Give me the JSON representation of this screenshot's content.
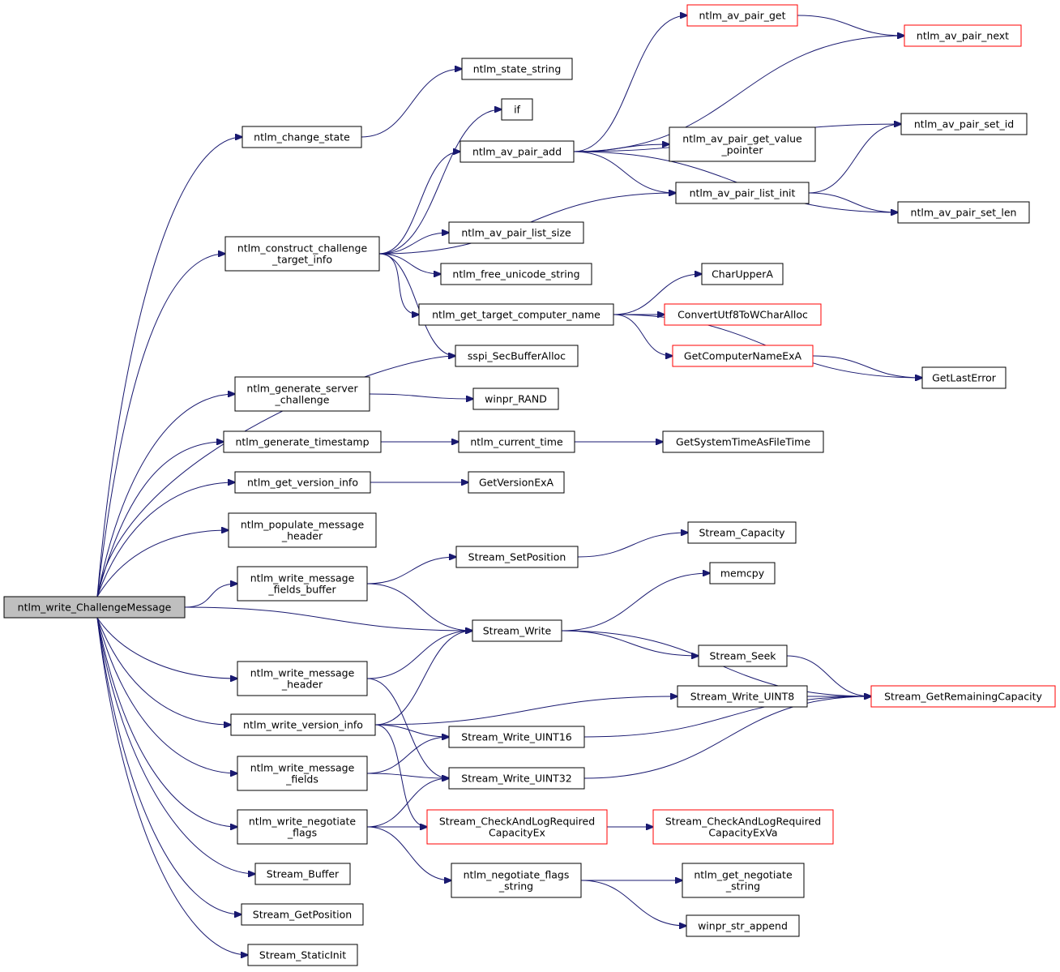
{
  "nodes": [
    {
      "id": "root",
      "lines": [
        "ntlm_write_ChallengeMessage"
      ],
      "style": "root"
    },
    {
      "id": "change_state",
      "lines": [
        "ntlm_change_state"
      ],
      "style": "normal"
    },
    {
      "id": "state_string",
      "lines": [
        "ntlm_state_string"
      ],
      "style": "normal"
    },
    {
      "id": "if",
      "lines": [
        "if"
      ],
      "style": "normal"
    },
    {
      "id": "av_pair_add",
      "lines": [
        "ntlm_av_pair_add"
      ],
      "style": "normal"
    },
    {
      "id": "av_pair_get",
      "lines": [
        "ntlm_av_pair_get"
      ],
      "style": "red"
    },
    {
      "id": "av_pair_next",
      "lines": [
        "ntlm_av_pair_next"
      ],
      "style": "red"
    },
    {
      "id": "av_pair_set_id",
      "lines": [
        "ntlm_av_pair_set_id"
      ],
      "style": "normal"
    },
    {
      "id": "av_pair_get_value_pointer",
      "lines": [
        "ntlm_av_pair_get_value",
        "_pointer"
      ],
      "style": "normal"
    },
    {
      "id": "av_pair_list_init",
      "lines": [
        "ntlm_av_pair_list_init"
      ],
      "style": "normal"
    },
    {
      "id": "av_pair_set_len",
      "lines": [
        "ntlm_av_pair_set_len"
      ],
      "style": "normal"
    },
    {
      "id": "construct_challenge",
      "lines": [
        "ntlm_construct_challenge",
        "_target_info"
      ],
      "style": "normal"
    },
    {
      "id": "av_pair_list_size",
      "lines": [
        "ntlm_av_pair_list_size"
      ],
      "style": "normal"
    },
    {
      "id": "free_unicode_string",
      "lines": [
        "ntlm_free_unicode_string"
      ],
      "style": "normal"
    },
    {
      "id": "get_target_computer_name",
      "lines": [
        "ntlm_get_target_computer_name"
      ],
      "style": "normal"
    },
    {
      "id": "CharUpperA",
      "lines": [
        "CharUpperA"
      ],
      "style": "normal"
    },
    {
      "id": "ConvertUtf8ToWCharAlloc",
      "lines": [
        "ConvertUtf8ToWCharAlloc"
      ],
      "style": "red"
    },
    {
      "id": "GetComputerNameExA",
      "lines": [
        "GetComputerNameExA"
      ],
      "style": "red"
    },
    {
      "id": "GetLastError",
      "lines": [
        "GetLastError"
      ],
      "style": "normal"
    },
    {
      "id": "sspi_SecBufferAlloc",
      "lines": [
        "sspi_SecBufferAlloc"
      ],
      "style": "normal"
    },
    {
      "id": "generate_server_challenge",
      "lines": [
        "ntlm_generate_server",
        "_challenge"
      ],
      "style": "normal"
    },
    {
      "id": "winpr_RAND",
      "lines": [
        "winpr_RAND"
      ],
      "style": "normal"
    },
    {
      "id": "generate_timestamp",
      "lines": [
        "ntlm_generate_timestamp"
      ],
      "style": "normal"
    },
    {
      "id": "current_time",
      "lines": [
        "ntlm_current_time"
      ],
      "style": "normal"
    },
    {
      "id": "GetSystemTimeAsFileTime",
      "lines": [
        "GetSystemTimeAsFileTime"
      ],
      "style": "normal"
    },
    {
      "id": "get_version_info",
      "lines": [
        "ntlm_get_version_info"
      ],
      "style": "normal"
    },
    {
      "id": "GetVersionExA",
      "lines": [
        "GetVersionExA"
      ],
      "style": "normal"
    },
    {
      "id": "populate_message_header",
      "lines": [
        "ntlm_populate_message",
        "_header"
      ],
      "style": "normal"
    },
    {
      "id": "write_message_fields_buffer",
      "lines": [
        "ntlm_write_message",
        "_fields_buffer"
      ],
      "style": "normal"
    },
    {
      "id": "Stream_SetPosition",
      "lines": [
        "Stream_SetPosition"
      ],
      "style": "normal"
    },
    {
      "id": "Stream_Capacity",
      "lines": [
        "Stream_Capacity"
      ],
      "style": "normal"
    },
    {
      "id": "memcpy",
      "lines": [
        "memcpy"
      ],
      "style": "normal"
    },
    {
      "id": "Stream_Write",
      "lines": [
        "Stream_Write"
      ],
      "style": "normal"
    },
    {
      "id": "Stream_Seek",
      "lines": [
        "Stream_Seek"
      ],
      "style": "normal"
    },
    {
      "id": "Stream_GetRemainingCapacity",
      "lines": [
        "Stream_GetRemainingCapacity"
      ],
      "style": "red"
    },
    {
      "id": "write_message_header",
      "lines": [
        "ntlm_write_message",
        "_header"
      ],
      "style": "normal"
    },
    {
      "id": "Stream_Write_UINT8",
      "lines": [
        "Stream_Write_UINT8"
      ],
      "style": "normal"
    },
    {
      "id": "write_version_info",
      "lines": [
        "ntlm_write_version_info"
      ],
      "style": "normal"
    },
    {
      "id": "Stream_Write_UINT16",
      "lines": [
        "Stream_Write_UINT16"
      ],
      "style": "normal"
    },
    {
      "id": "write_message_fields",
      "lines": [
        "ntlm_write_message",
        "_fields"
      ],
      "style": "normal"
    },
    {
      "id": "Stream_Write_UINT32",
      "lines": [
        "Stream_Write_UINT32"
      ],
      "style": "normal"
    },
    {
      "id": "write_negotiate_flags",
      "lines": [
        "ntlm_write_negotiate",
        "_flags"
      ],
      "style": "normal"
    },
    {
      "id": "CheckAndLogRequiredCapacityEx",
      "lines": [
        "Stream_CheckAndLogRequired",
        "CapacityEx"
      ],
      "style": "red"
    },
    {
      "id": "CheckAndLogRequiredCapacityExVa",
      "lines": [
        "Stream_CheckAndLogRequired",
        "CapacityExVa"
      ],
      "style": "red"
    },
    {
      "id": "negotiate_flags_string",
      "lines": [
        "ntlm_negotiate_flags",
        "_string"
      ],
      "style": "normal"
    },
    {
      "id": "get_negotiate_string",
      "lines": [
        "ntlm_get_negotiate",
        "_string"
      ],
      "style": "normal"
    },
    {
      "id": "winpr_str_append",
      "lines": [
        "winpr_str_append"
      ],
      "style": "normal"
    },
    {
      "id": "Stream_Buffer",
      "lines": [
        "Stream_Buffer"
      ],
      "style": "normal"
    },
    {
      "id": "Stream_GetPosition",
      "lines": [
        "Stream_GetPosition"
      ],
      "style": "normal"
    },
    {
      "id": "Stream_StaticInit",
      "lines": [
        "Stream_StaticInit"
      ],
      "style": "normal"
    }
  ],
  "edges": [
    [
      "root",
      "change_state"
    ],
    [
      "root",
      "construct_challenge"
    ],
    [
      "root",
      "sspi_SecBufferAlloc"
    ],
    [
      "root",
      "generate_server_challenge"
    ],
    [
      "root",
      "generate_timestamp"
    ],
    [
      "root",
      "get_version_info"
    ],
    [
      "root",
      "populate_message_header"
    ],
    [
      "root",
      "write_message_fields_buffer"
    ],
    [
      "root",
      "Stream_Write"
    ],
    [
      "root",
      "write_message_header"
    ],
    [
      "root",
      "write_version_info"
    ],
    [
      "root",
      "write_message_fields"
    ],
    [
      "root",
      "write_negotiate_flags"
    ],
    [
      "root",
      "Stream_Buffer"
    ],
    [
      "root",
      "Stream_GetPosition"
    ],
    [
      "root",
      "Stream_StaticInit"
    ],
    [
      "change_state",
      "state_string"
    ],
    [
      "construct_challenge",
      "if"
    ],
    [
      "construct_challenge",
      "av_pair_add"
    ],
    [
      "construct_challenge",
      "av_pair_list_init"
    ],
    [
      "construct_challenge",
      "av_pair_list_size"
    ],
    [
      "construct_challenge",
      "free_unicode_string"
    ],
    [
      "construct_challenge",
      "get_target_computer_name"
    ],
    [
      "construct_challenge",
      "sspi_SecBufferAlloc"
    ],
    [
      "av_pair_add",
      "av_pair_get"
    ],
    [
      "av_pair_add",
      "av_pair_next"
    ],
    [
      "av_pair_add",
      "av_pair_set_id"
    ],
    [
      "av_pair_add",
      "av_pair_get_value_pointer"
    ],
    [
      "av_pair_add",
      "av_pair_list_init"
    ],
    [
      "av_pair_add",
      "av_pair_set_len"
    ],
    [
      "av_pair_get",
      "av_pair_next"
    ],
    [
      "av_pair_list_init",
      "av_pair_set_id"
    ],
    [
      "av_pair_list_init",
      "av_pair_set_len"
    ],
    [
      "get_target_computer_name",
      "CharUpperA"
    ],
    [
      "get_target_computer_name",
      "ConvertUtf8ToWCharAlloc"
    ],
    [
      "get_target_computer_name",
      "GetComputerNameExA"
    ],
    [
      "get_target_computer_name",
      "GetLastError"
    ],
    [
      "GetComputerNameExA",
      "GetLastError"
    ],
    [
      "generate_server_challenge",
      "winpr_RAND"
    ],
    [
      "generate_timestamp",
      "current_time"
    ],
    [
      "current_time",
      "GetSystemTimeAsFileTime"
    ],
    [
      "get_version_info",
      "GetVersionExA"
    ],
    [
      "write_message_fields_buffer",
      "Stream_SetPosition"
    ],
    [
      "write_message_fields_buffer",
      "Stream_Write"
    ],
    [
      "Stream_SetPosition",
      "Stream_Capacity"
    ],
    [
      "Stream_Write",
      "memcpy"
    ],
    [
      "Stream_Write",
      "Stream_Seek"
    ],
    [
      "Stream_Write",
      "Stream_GetRemainingCapacity"
    ],
    [
      "Stream_Seek",
      "Stream_GetRemainingCapacity"
    ],
    [
      "write_message_header",
      "Stream_Write"
    ],
    [
      "write_message_header",
      "Stream_Write_UINT32"
    ],
    [
      "write_version_info",
      "Stream_Write"
    ],
    [
      "write_version_info",
      "Stream_Write_UINT8"
    ],
    [
      "write_version_info",
      "Stream_Write_UINT16"
    ],
    [
      "write_version_info",
      "CheckAndLogRequiredCapacityEx"
    ],
    [
      "Stream_Write_UINT8",
      "Stream_GetRemainingCapacity"
    ],
    [
      "Stream_Write_UINT16",
      "Stream_GetRemainingCapacity"
    ],
    [
      "Stream_Write_UINT32",
      "Stream_GetRemainingCapacity"
    ],
    [
      "write_message_fields",
      "Stream_Write_UINT16"
    ],
    [
      "write_message_fields",
      "Stream_Write_UINT32"
    ],
    [
      "write_negotiate_flags",
      "Stream_Write_UINT32"
    ],
    [
      "write_negotiate_flags",
      "CheckAndLogRequiredCapacityEx"
    ],
    [
      "write_negotiate_flags",
      "negotiate_flags_string"
    ],
    [
      "CheckAndLogRequiredCapacityEx",
      "CheckAndLogRequiredCapacityExVa"
    ],
    [
      "negotiate_flags_string",
      "get_negotiate_string"
    ],
    [
      "negotiate_flags_string",
      "winpr_str_append"
    ]
  ]
}
